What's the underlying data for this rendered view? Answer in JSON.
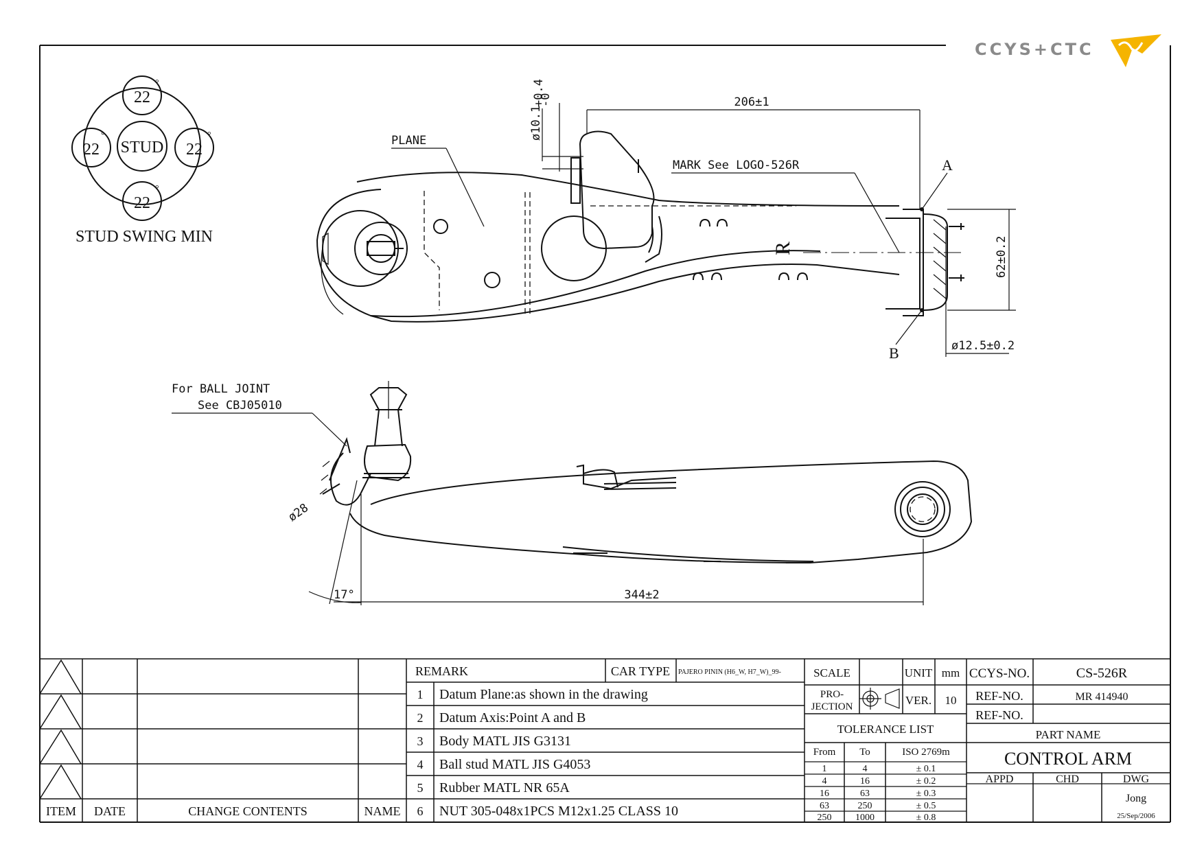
{
  "logo": {
    "text": "CCYS+CTC"
  },
  "stud_swing": {
    "center_label": "STUD",
    "angles": [
      "22",
      "22",
      "22",
      "22"
    ],
    "degree_mark": "°",
    "caption": "STUD SWING MIN"
  },
  "top_view": {
    "plane_label": "PLANE",
    "mark_label": "MARK See LOGO-526R",
    "dim_length": "206±1",
    "dim_hole": "ø10.1",
    "dim_hole_tol_plus": "+0.4",
    "dim_hole_tol_minus": "-0",
    "dim_height": "62±0.2",
    "dim_bush": "ø12.5±0.2",
    "point_a": "A",
    "point_b": "B",
    "side_mark": "R"
  },
  "side_view": {
    "ball_joint_line1": "For BALL JOINT",
    "ball_joint_line2": "See CBJ05010",
    "dim_dia": "ø28",
    "dim_angle": "17°",
    "dim_length": "344±2"
  },
  "title_block": {
    "revision_headers": {
      "item": "ITEM",
      "date": "DATE",
      "change": "CHANGE CONTENTS",
      "name": "NAME"
    },
    "remark_label": "REMARK",
    "car_type_label": "CAR TYPE",
    "car_type_value": "PAJERO PININ (H6_W, H7_W)_99-",
    "remarks": [
      {
        "no": "1",
        "text": "Datum Plane:as shown in the drawing"
      },
      {
        "no": "2",
        "text": "Datum Axis:Point A and B"
      },
      {
        "no": "3",
        "text": "Body MATL JIS G3131"
      },
      {
        "no": "4",
        "text": "Ball stud MATL JIS G4053"
      },
      {
        "no": "5",
        "text": "Rubber MATL NR 65A"
      },
      {
        "no": "6",
        "text": "NUT 305-048x1PCS M12x1.25 CLASS 10"
      }
    ],
    "scale_label": "SCALE",
    "unit_label": "UNIT",
    "unit_value": "mm",
    "projection_label_1": "PRO-",
    "projection_label_2": "JECTION",
    "ver_label": "VER.",
    "ver_value": "10",
    "tolerance_title": "TOLERANCE LIST",
    "tolerance_headers": {
      "from": "From",
      "to": "To",
      "iso": "ISO 2769m"
    },
    "tolerance_rows": [
      {
        "from": "1",
        "to": "4",
        "tol": "± 0.1"
      },
      {
        "from": "4",
        "to": "16",
        "tol": "± 0.2"
      },
      {
        "from": "16",
        "to": "63",
        "tol": "± 0.3"
      },
      {
        "from": "63",
        "to": "250",
        "tol": "± 0.5"
      },
      {
        "from": "250",
        "to": "1000",
        "tol": "± 0.8"
      }
    ],
    "ccys_no_label": "CCYS-NO.",
    "ccys_no_value": "CS-526R",
    "ref_no_label": "REF-NO.",
    "ref_no_value": "MR 414940",
    "ref_no_label_2": "REF-NO.",
    "ref_no_value_2": "",
    "part_name_label": "PART NAME",
    "part_name_value": "CONTROL ARM",
    "appd_label": "APPD",
    "chd_label": "CHD",
    "dwg_label": "DWG",
    "dwg_value": "Jong",
    "date_value": "25/Sep/2006"
  },
  "colors": {
    "ink": "#111111",
    "logo_gray": "#8a8a8a",
    "logo_orange": "#f5b400"
  }
}
